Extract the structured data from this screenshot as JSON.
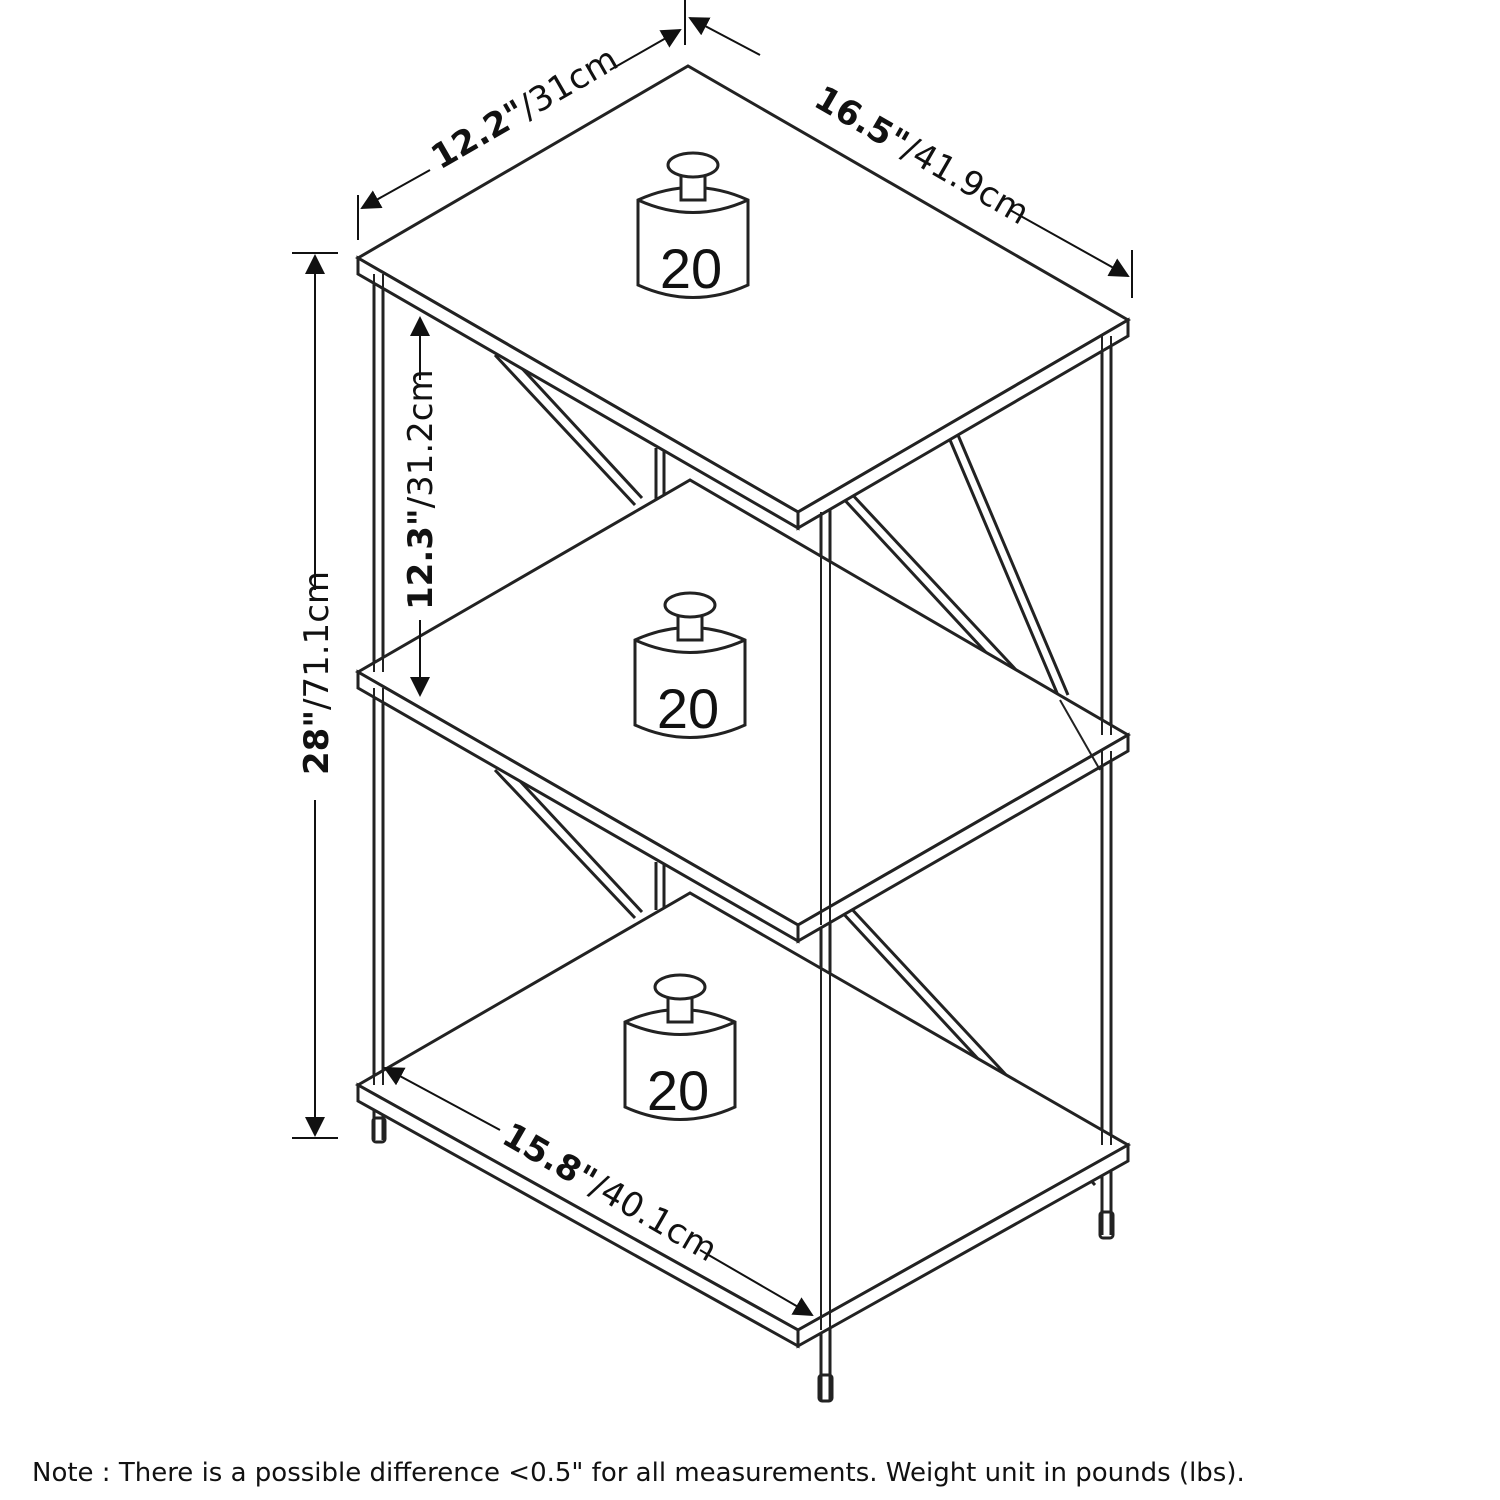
{
  "dimensions": {
    "depth": {
      "imperial": "12.2\"",
      "metric": "/31cm"
    },
    "width": {
      "imperial": "16.5\"",
      "metric": "/41.9cm"
    },
    "height": {
      "imperial": "28\"",
      "metric": "/71.1cm"
    },
    "shelf_gap": {
      "imperial": "12.3\"",
      "metric": "/31.2cm"
    },
    "bottom_width": {
      "imperial": "15.8\"",
      "metric": "/40.1cm"
    }
  },
  "weights": [
    {
      "label": "20"
    },
    {
      "label": "20"
    },
    {
      "label": "20"
    }
  ],
  "note": "Note : There is a possible difference <0.5\" for all measurements. Weight unit in pounds (lbs)."
}
